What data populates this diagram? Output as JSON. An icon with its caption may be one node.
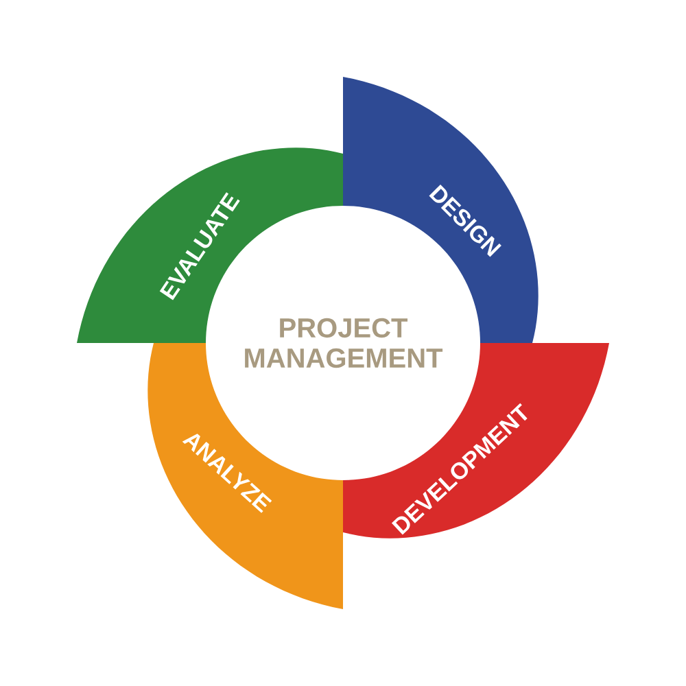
{
  "diagram": {
    "nodes": [
      {
        "text": [
          "DESIGN"
        ]
      },
      {
        "text": [
          "DEVELOPMENT"
        ]
      },
      {
        "text": [
          "ANALYZE"
        ]
      },
      {
        "text": [
          "EVALUATE"
        ]
      }
    ],
    "labels": [
      "PROJECT MANAGEMENT"
    ]
  }
}
